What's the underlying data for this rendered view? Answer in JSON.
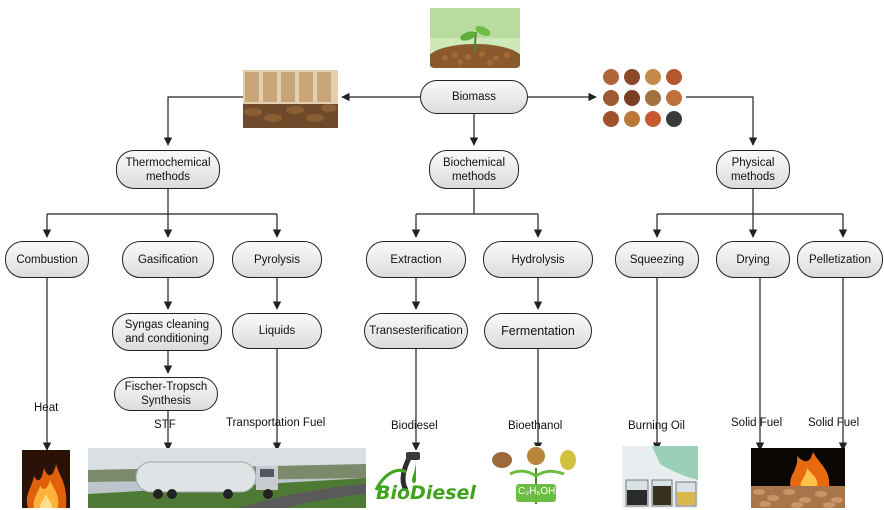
{
  "nodes": {
    "biomass": "Biomass",
    "thermochemical": "Thermochemical methods",
    "biochemical": "Biochemical methods",
    "physical": "Physical methods",
    "combustion": "Combustion",
    "gasification": "Gasification",
    "pyrolysis": "Pyrolysis",
    "extraction": "Extraction",
    "hydrolysis": "Hydrolysis",
    "squeezing": "Squeezing",
    "drying": "Drying",
    "pelletization": "Pelletization",
    "syngas": "Syngas cleaning and conditioning",
    "fischer": "Fischer-Tropsch Synthesis",
    "liquids": "Liquids",
    "transesterification": "Transesterification",
    "fermentation": "Fermentation"
  },
  "products": {
    "heat": "Heat",
    "stf": "STF",
    "transport": "Transportation Fuel",
    "biodiesel": "Biodiesel",
    "bioethanol": "Bioethanol",
    "burning_oil": "Burning Oil",
    "solid_fuel_1": "Solid Fuel",
    "solid_fuel_2": "Solid Fuel"
  },
  "image_text": {
    "biodiesel_logo": "BioDiesel",
    "ethanol_formula": "C₂H₅OH"
  },
  "colors": {
    "node_border": "#222222",
    "line": "#222222",
    "biodiesel_green": "#3fa31c",
    "fire_orange": "#f07a10"
  }
}
